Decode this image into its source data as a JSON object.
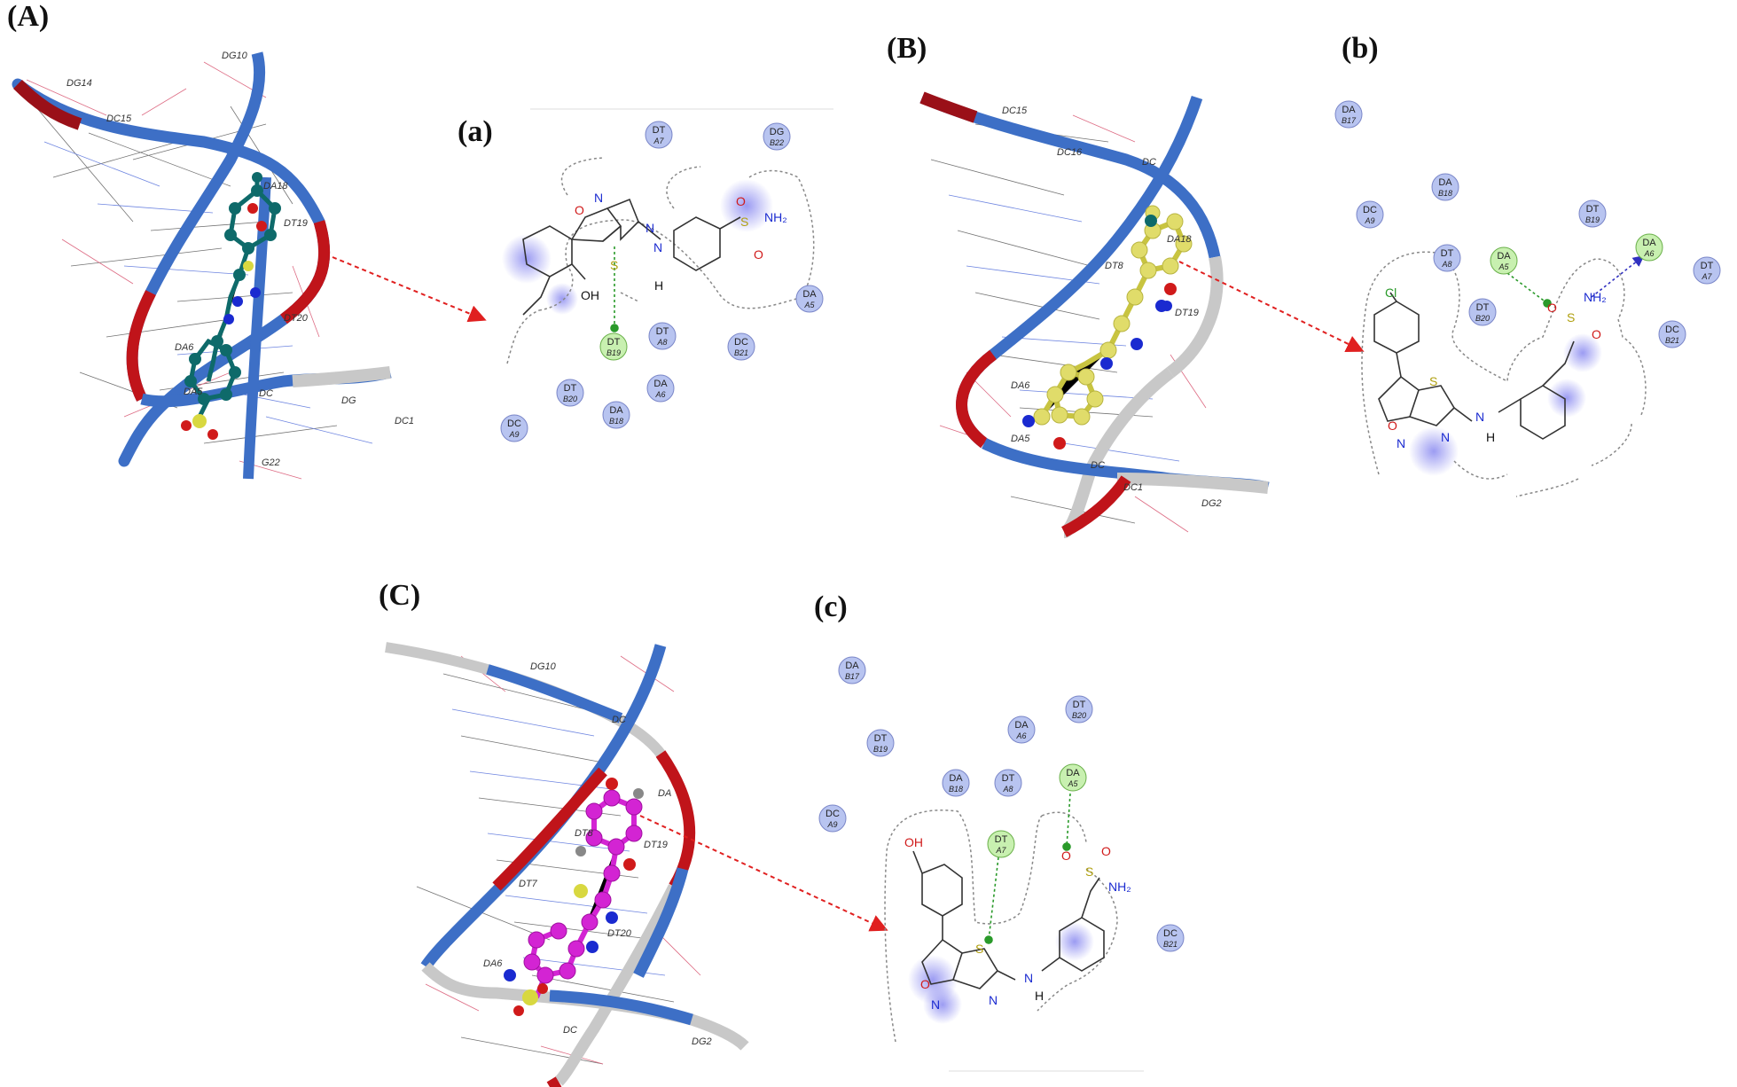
{
  "panel_labels": {
    "A": "(A)",
    "a": "(a)",
    "B": "(B)",
    "b": "(b)",
    "C": "(C)",
    "c": "(c)"
  },
  "colors": {
    "strand_blue": "#3d6fc6",
    "strand_red": "#c0141a",
    "strand_gray": "#c8c8c8",
    "ligand_A": "#0e6a6a",
    "ligand_B": "#e0dc6a",
    "ligand_C": "#d324d3",
    "residue_circle": "#b8c4f0",
    "residue_hbond": "#c8f0b0",
    "hbond_line": "#2a9a2a",
    "arrow_red": "#e02020"
  },
  "panel_A": {
    "dna_labels": [
      "DG10",
      "DG14",
      "DC15",
      "DA18",
      "DT19",
      "DT20",
      "DA6",
      "DA5",
      "DC",
      "DG",
      "DC1",
      "G22"
    ]
  },
  "panel_a": {
    "residues": [
      {
        "name": "DT",
        "num": "A7"
      },
      {
        "name": "DG",
        "num": "B22"
      },
      {
        "name": "DA",
        "num": "A5"
      },
      {
        "name": "DT",
        "num": "A8"
      },
      {
        "name": "DC",
        "num": "B21"
      },
      {
        "name": "DT",
        "num": "B20"
      },
      {
        "name": "DA",
        "num": "A6"
      },
      {
        "name": "DA",
        "num": "B18"
      },
      {
        "name": "DC",
        "num": "A9"
      }
    ],
    "hbond_residue": {
      "name": "DT",
      "num": "B19"
    },
    "atoms": {
      "n": "N",
      "o": "O",
      "s": "S",
      "nh": "N",
      "h": "H",
      "oh": "OH",
      "s2": "S",
      "nh2": "NH₂",
      "o2": "O",
      "o3": "O"
    }
  },
  "panel_B": {
    "dna_labels": [
      "DC15",
      "DC16",
      "DC",
      "DA18",
      "DT8",
      "DT19",
      "DA6",
      "DA5",
      "DC1",
      "DG2",
      "DC"
    ]
  },
  "panel_b": {
    "residues": [
      {
        "name": "DA",
        "num": "B17"
      },
      {
        "name": "DA",
        "num": "B18"
      },
      {
        "name": "DC",
        "num": "A9"
      },
      {
        "name": "DT",
        "num": "B19"
      },
      {
        "name": "DT",
        "num": "A8"
      },
      {
        "name": "DT",
        "num": "A7"
      },
      {
        "name": "DT",
        "num": "B20"
      },
      {
        "name": "DC",
        "num": "B21"
      }
    ],
    "hbond_residues": [
      {
        "name": "DA",
        "num": "A5"
      },
      {
        "name": "DA",
        "num": "A6"
      }
    ],
    "atoms": {
      "cl": "Cl",
      "o": "O",
      "n": "N",
      "s": "S",
      "n2": "N",
      "nh": "N",
      "h": "H",
      "s2": "S",
      "nh2": "NH₂",
      "o2": "O",
      "o3": "O"
    }
  },
  "panel_C": {
    "dna_labels": [
      "DG10",
      "DC",
      "DA",
      "DT8",
      "DT19",
      "DT7",
      "DT20",
      "DA6",
      "DC",
      "DG2"
    ]
  },
  "panel_c": {
    "residues": [
      {
        "name": "DA",
        "num": "B17"
      },
      {
        "name": "DT",
        "num": "B19"
      },
      {
        "name": "DA",
        "num": "A6"
      },
      {
        "name": "DT",
        "num": "B20"
      },
      {
        "name": "DA",
        "num": "B18"
      },
      {
        "name": "DT",
        "num": "A8"
      },
      {
        "name": "DC",
        "num": "A9"
      },
      {
        "name": "DC",
        "num": "B21"
      }
    ],
    "hbond_residues": [
      {
        "name": "DA",
        "num": "A5"
      },
      {
        "name": "DT",
        "num": "A7"
      }
    ],
    "atoms": {
      "oh": "OH",
      "o": "O",
      "n": "N",
      "s": "S",
      "n2": "N",
      "nh": "N",
      "h": "H",
      "s2": "S",
      "nh2": "NH₂",
      "o2": "O",
      "o3": "O"
    }
  }
}
